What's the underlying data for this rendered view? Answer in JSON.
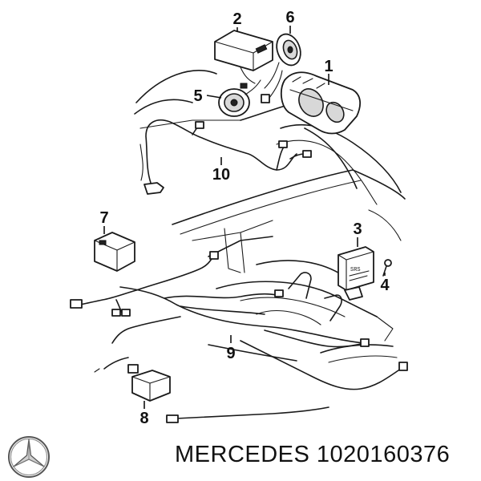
{
  "callouts": [
    {
      "id": "1",
      "label": "1"
    },
    {
      "id": "2",
      "label": "2"
    },
    {
      "id": "3",
      "label": "3"
    },
    {
      "id": "4",
      "label": "4"
    },
    {
      "id": "5",
      "label": "5"
    },
    {
      "id": "6",
      "label": "6"
    },
    {
      "id": "7",
      "label": "7"
    },
    {
      "id": "8",
      "label": "8"
    },
    {
      "id": "9",
      "label": "9"
    },
    {
      "id": "10",
      "label": "10"
    }
  ],
  "footer": {
    "brand": "MERCEDES",
    "part_number": "1020160376",
    "logo_icon": "mercedes-star-icon"
  }
}
